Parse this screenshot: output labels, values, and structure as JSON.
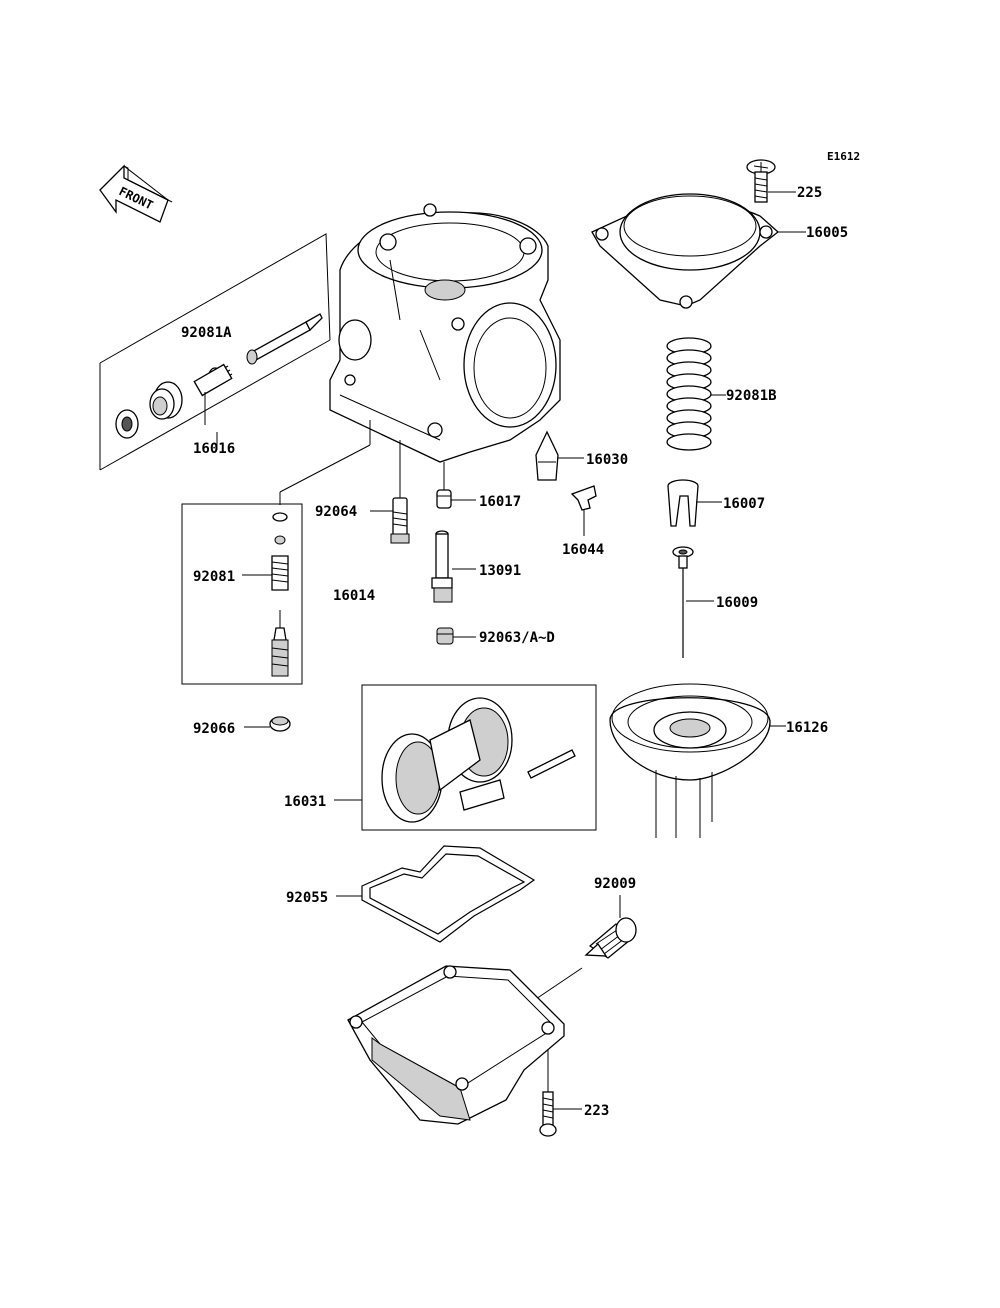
{
  "diagram": {
    "code": "E1612",
    "front_arrow_text": "FRONT",
    "parts": {
      "p225": "225",
      "p16005": "16005",
      "p92081A": "92081A",
      "p16016": "16016",
      "p92081B": "92081B",
      "p16030": "16030",
      "p92064": "92064",
      "p16017": "16017",
      "p16007": "16007",
      "p16044": "16044",
      "p92081": "92081",
      "p13091": "13091",
      "p16014": "16014",
      "p16009": "16009",
      "p92063": "92063/A~D",
      "p92066": "92066",
      "p16126": "16126",
      "p16031": "16031",
      "p92009": "92009",
      "p92055": "92055",
      "p223": "223"
    }
  }
}
